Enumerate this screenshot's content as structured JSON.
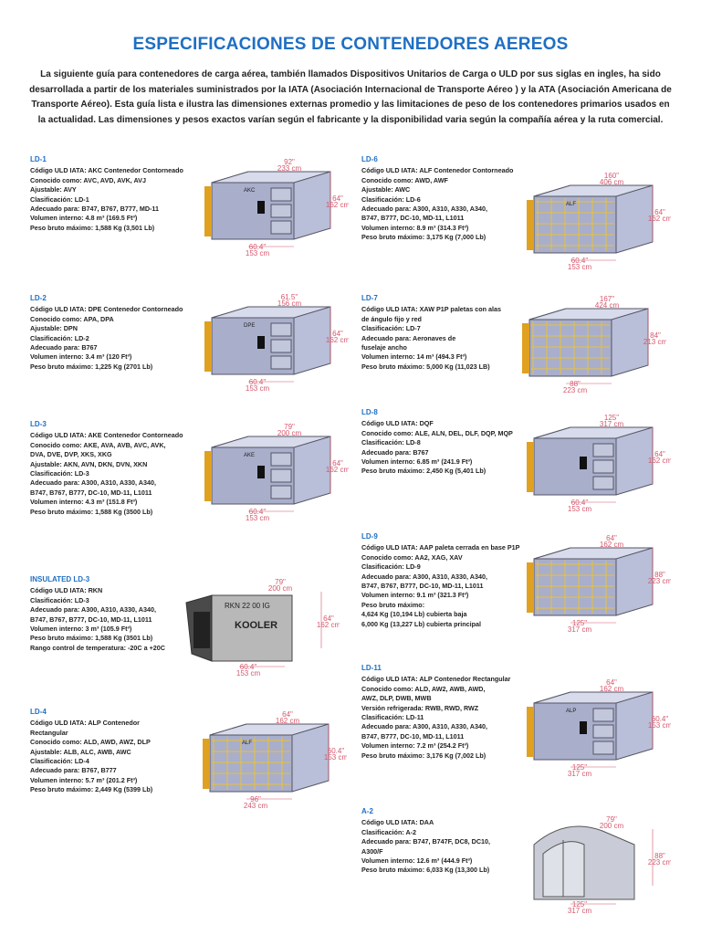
{
  "title": "ESPECIFICACIONES DE CONTENEDORES AEREOS",
  "intro": "La siguiente guía para contenedores de carga aérea, también llamados Dispositivos Unitarios de Carga o ULD por sus siglas en ingles, ha sido desarrollada a partir de los materiales suministrados por la IATA (Asociación Internacional de Transporte Aéreo ) y la ATA (Asociación Americana de Transporte Aéreo). Esta guía lista e ilustra las dimensiones externas promedio y las limitaciones de peso de los contenedores primarios usados en la actualidad. Las dimensiones y pesos exactos varían según el fabricante y la disponibilidad varia según la compañía aérea y la ruta comercial.",
  "containers": [
    {
      "name": "LD-1",
      "lines": [
        "Código ULD IATA: AKC Contenedor Contorneado",
        "Conocido como: AVC, AVD, AVK, AVJ",
        "Ajustable: AVY",
        "Clasificación: LD-1",
        "Adecuado para: B747, B767, B777, MD-11",
        "Volumen interno: 4.8 m³ (169.5 Ft³)",
        "Peso bruto máximo: 1,588 Kg (3,501 Lb)"
      ],
      "dims": [
        "92\"",
        "233 cm",
        "64\"",
        "162 cm",
        "60.4\"",
        "153 cm"
      ],
      "tag": "AKC"
    },
    {
      "name": "LD-2",
      "lines": [
        "Código ULD IATA: DPE Contenedor Contorneado",
        "Conocido como: APA, DPA",
        "Ajustable: DPN",
        "Clasificación: LD-2",
        "Adecuado para: B767",
        "Volumen interno: 3.4 m³ (120 Ft³)",
        "Peso bruto máximo: 1,225 Kg (2701 Lb)"
      ],
      "dims": [
        "61.5\"",
        "156 cm",
        "64\"",
        "162 cm",
        "60.4\"",
        "153 cm"
      ],
      "tag": "DPE"
    },
    {
      "name": "LD-3",
      "lines": [
        "Código ULD IATA: AKE Contenedor Contorneado",
        "Conocido como: AKE, AVA, AVB, AVC, AVK,",
        "DVA, DVE, DVP, XKS, XKG",
        "Ajustable: AKN, AVN, DKN, DVN, XKN",
        "Clasificación: LD-3",
        "Adecuado para: A300, A310, A330, A340,",
        "B747, B767, B777, DC-10, MD-11, L1011",
        "Volumen interno: 4.3 m³ (151.8 Ft³)",
        "Peso bruto máximo: 1,588 Kg (3500 Lb)"
      ],
      "dims": [
        "79\"",
        "200 cm",
        "64\"",
        "162 cm",
        "60.4\"",
        "153 cm"
      ],
      "tag": "AKE"
    },
    {
      "name": "INSULATED LD-3",
      "lines": [
        "Código ULD IATA: RKN",
        "Clasificación: LD-3",
        "Adecuado para: A300, A310, A330, A340,",
        "B747, B767, B777, DC-10, MD-11, L1011",
        "Volumen interno: 3 m³ (105.9 Ft³)",
        "Peso bruto máximo: 1,588 Kg (3501 Lb)",
        "Rango control de temperatura: -20C a +20C"
      ],
      "dims": [
        "79\"",
        "200 cm",
        "64\"",
        "162 cm",
        "60.4\"",
        "153 cm"
      ],
      "tag": "RKN 22 00 IG",
      "tag2": "KOOLER"
    },
    {
      "name": "LD-4",
      "lines": [
        "Código ULD IATA: ALP Contenedor",
        "Rectangular",
        "Conocido como: ALD, AWD, AWZ, DLP",
        "Ajustable: ALB, ALC, AWB, AWC",
        "Clasificación: LD-4",
        "Adecuado para: B767, B777",
        "Volumen interno: 5.7 m³ (201.2 Ft³)",
        "Peso bruto máximo: 2,449 Kg (5399 Lb)"
      ],
      "dims": [
        "64\"",
        "162 cm",
        "60.4\"",
        "153 cm",
        "96\"",
        "243 cm"
      ],
      "tag": "ALF"
    },
    {
      "name": "LD-6",
      "lines": [
        "Código ULD IATA: ALF Contenedor Contorneado",
        "Conocido como: AWD, AWF",
        "Ajustable: AWC",
        "Clasificación: LD-6",
        "Adecuado para: A300, A310, A330, A340,",
        "B747, B777, DC-10, MD-11, L1011",
        "Volumen interno: 8.9 m³ (314.3 Ft³)",
        "Peso bruto máximo: 3,175 Kg (7,000 Lb)"
      ],
      "dims": [
        "160\"",
        "406 cm",
        "64\"",
        "162 cm",
        "60.4\"",
        "153 cm"
      ],
      "tag": "ALF"
    },
    {
      "name": "LD-7",
      "lines": [
        "Código ULD IATA: XAW P1P paletas con alas",
        "de ángulo fijo y red",
        "Clasificación: LD-7",
        "Adecuado para: Aeronaves de",
        "fuselaje ancho",
        "Volumen interno: 14 m³ (494.3 Ft³)",
        "Peso bruto máximo: 5,000 Kg (11,023 LB)"
      ],
      "dims": [
        "167\"",
        "424 cm",
        "84\"",
        "213 cm",
        "88\"",
        "223 cm"
      ],
      "tag": ""
    },
    {
      "name": "LD-8",
      "lines": [
        "Código ULD IATA: DQF",
        "Conocido como: ALE, ALN, DEL, DLF, DQP, MQP",
        "Clasificación: LD-8",
        "Adecuado para: B767",
        "Volumen interno: 6.85 m³ (241.9 Ft³)",
        "Peso bruto máximo: 2,450 Kg (5,401 Lb)"
      ],
      "dims": [
        "125\"",
        "317 cm",
        "64\"",
        "162 cm",
        "60.4\"",
        "153 cm"
      ],
      "tag": ""
    },
    {
      "name": "LD-9",
      "lines": [
        "Código ULD IATA: AAP paleta cerrada en base P1P",
        "Conocido como: AA2, XAG, XAV",
        "Clasificación: LD-9",
        "Adecuado para: A300, A310, A330, A340,",
        "B747, B767, B777, DC-10, MD-11, L1011",
        "Volumen interno: 9.1 m³ (321.3 Ft³)",
        "Peso bruto máximo:",
        "4,624 Kg (10,194 Lb) cubierta baja",
        "6,000 Kg (13,227 Lb) cubierta principal"
      ],
      "dims": [
        "64\"",
        "162 cm",
        "88\"",
        "223 cm",
        "125\"",
        "317 cm"
      ],
      "tag": ""
    },
    {
      "name": "LD-11",
      "lines": [
        "Código ULD IATA: ALP Contenedor Rectangular",
        "Conocido como: ALD, AW2, AWB, AWD,",
        "AWZ, DLP, DWB, MWB",
        "Versión refrigerada: RWB, RWD, RWZ",
        "Clasificación: LD-11",
        "Adecuado para: A300, A310, A330, A340,",
        "B747, B777, DC-10, MD-11, L1011",
        "Volumen interno: 7.2 m³ (254.2 Ft³)",
        "Peso bruto máximo: 3,176 Kg (7,002 Lb)"
      ],
      "dims": [
        "64\"",
        "162 cm",
        "60.4\"",
        "153 cm",
        "125\"",
        "317 cm"
      ],
      "tag": "ALP"
    },
    {
      "name": "A-2",
      "lines": [
        "Código ULD IATA: DAA",
        "Clasificación: A-2",
        "Adecuado para: B747, B747F, DC8, DC10,",
        "A300/F",
        "Volumen interno: 12.6 m³ (444.9 Ft³)",
        "Peso bruto máximo: 6,033 Kg (13,300 Lb)"
      ],
      "dims": [
        "79\"",
        "200 cm",
        "88\"",
        "223 cm",
        "125\"",
        "317 cm"
      ],
      "tag": ""
    }
  ],
  "colors": {
    "title": "#1f6fc4",
    "dimension": "#d6566c",
    "metal": "#b9bfd8",
    "accent": "#e0a020"
  }
}
